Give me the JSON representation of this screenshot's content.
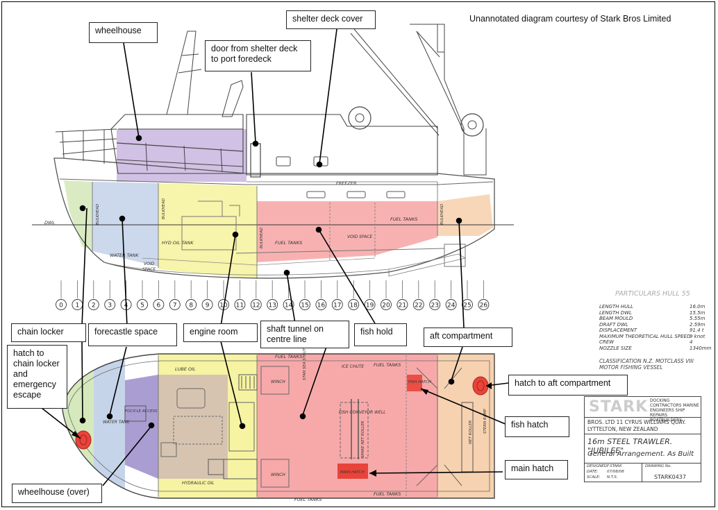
{
  "credit": "Unannotated diagram courtesy of Stark Bros Limited",
  "callouts": {
    "wheelhouse": "wheelhouse",
    "shelter_deck_cover": "shelter deck cover",
    "door_shelter_deck": "door from shelter deck to port foredeck",
    "chain_locker": "chain locker",
    "forecastle_space": "forecastle space",
    "engine_room": "engine room",
    "shaft_tunnel": "shaft tunnel on centre line",
    "fish_hold": "fish hold",
    "aft_compartment": "aft compartment",
    "hatch_chain_locker": "hatch to chain locker and emergency escape",
    "hatch_aft_compartment": "hatch to aft compartment",
    "fish_hatch": "fish hatch",
    "main_hatch": "main hatch",
    "wheelhouse_over": "wheelhouse (over)"
  },
  "profile_labels": {
    "freezer": "FREEZER",
    "dwl": "DWL",
    "bulkhead": "BULKHEAD",
    "hyd_oil_tank": "HYD OIL TANK",
    "fuel_tanks": "FUEL TANKS",
    "void_space": "VOID SPACE",
    "water_tank": "WATER TANK",
    "void": "VOID",
    "space": "SPACE"
  },
  "frame_numbers": [
    "0",
    "1",
    "2",
    "3",
    "4",
    "5",
    "6",
    "7",
    "8",
    "9",
    "10",
    "11",
    "12",
    "13",
    "14",
    "15",
    "16",
    "17",
    "18",
    "19",
    "20",
    "21",
    "22",
    "23",
    "24",
    "25",
    "26"
  ],
  "plan_labels": {
    "lube_oil": "LUBE OIL",
    "fuel_tanks": "FUEL TANKS",
    "ice_chute": "ICE CHUTE",
    "winch": "WINCH",
    "stan_sea_strut": "STAN SEA STRUT",
    "fish_conveyor_well": "FISH CONVEYOR WELL",
    "spare_net_roller": "SPARE NET ROLLER",
    "net_roller": "NET ROLLER",
    "stern_ramp": "STERN RAMP",
    "focsle_access": "FOCS'LE ACCESS",
    "water_tank": "WATER TANK",
    "hydraulic_oil": "HYDRAULIC OIL",
    "fish_hatch": "FISH HATCH",
    "main_hatch": "MAIN HATCH"
  },
  "particulars": {
    "title": "PARTICULARS HULL 55",
    "rows": [
      {
        "k": "LENGTH HULL",
        "v": "16.0m"
      },
      {
        "k": "LENGTH DWL",
        "v": "15.5m"
      },
      {
        "k": "BEAM MOULD",
        "v": "5.55m"
      },
      {
        "k": "DRAFT DWL",
        "v": "2.59m"
      },
      {
        "k": "DISPLACEMENT",
        "v": "91.4 t"
      },
      {
        "k": "MAXIMUM THEORETICAL HULL SPEED",
        "v": "9 knot"
      },
      {
        "k": "CREW",
        "v": "4"
      },
      {
        "k": "NOZZLE SIZE",
        "v": "1340mm"
      }
    ],
    "classification": "CLASSIFICATION N.Z. MOTCLASS VIII",
    "vessel": "MOTOR FISHING VESSEL"
  },
  "title_block": {
    "logo": "STARK",
    "services": "DOCKING CONTRACTORS MARINE ENGINEERS SHIP REPAIRS BOATBUILDERS",
    "address1": "BROS. LTD 11 CYRUS WILLIAMS QUAY.",
    "address2": "LYTTELTON, NEW ZEALAND",
    "title": "16m STEEL TRAWLER. \"JUBILEE\"",
    "subtitle": "General Arrangement. As Built",
    "designed_label": "DESIGNED:",
    "designed": "F.STARK",
    "date_label": "DATE:",
    "date": "07/08/08",
    "scale_label": "SCALE:",
    "scale": "N.T.S.",
    "drawing_label": "DRAWING No.",
    "drawing_no": "STARK0437"
  },
  "colors": {
    "purple": "#c9b6df",
    "blue": "#c6d4ea",
    "yellow": "#f6f3a2",
    "red": "#f7a9a9",
    "orange": "#f7d2b0",
    "green": "#d6e9bd",
    "tan": "#d6c4b0",
    "violet": "#9b8cc9",
    "hatch_red": "#e8443a"
  }
}
